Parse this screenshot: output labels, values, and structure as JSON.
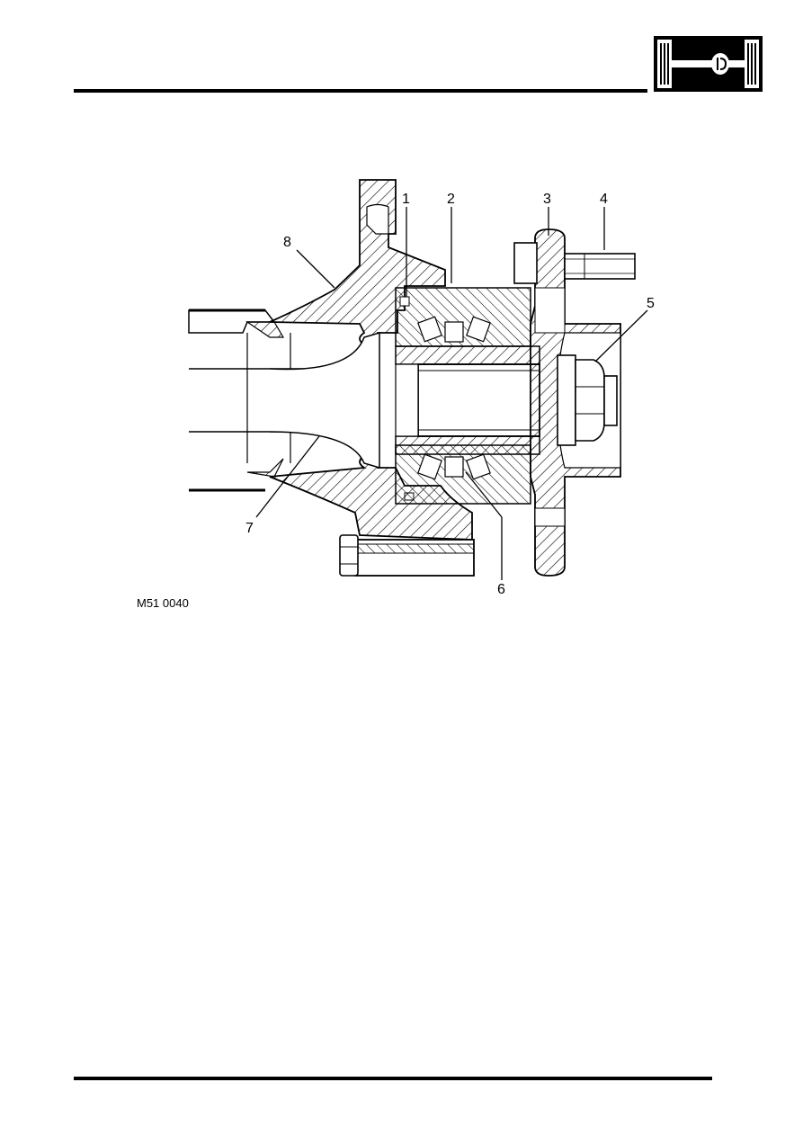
{
  "header": {
    "icon_name": "axle-section-icon"
  },
  "figure": {
    "reference": "M51 0040",
    "callouts": [
      {
        "key": "1",
        "label": "1"
      },
      {
        "key": "2",
        "label": "2"
      },
      {
        "key": "3",
        "label": "3"
      },
      {
        "key": "4",
        "label": "4"
      },
      {
        "key": "5",
        "label": "5"
      },
      {
        "key": "6",
        "label": "6"
      },
      {
        "key": "7",
        "label": "7"
      },
      {
        "key": "8",
        "label": "8"
      }
    ]
  }
}
